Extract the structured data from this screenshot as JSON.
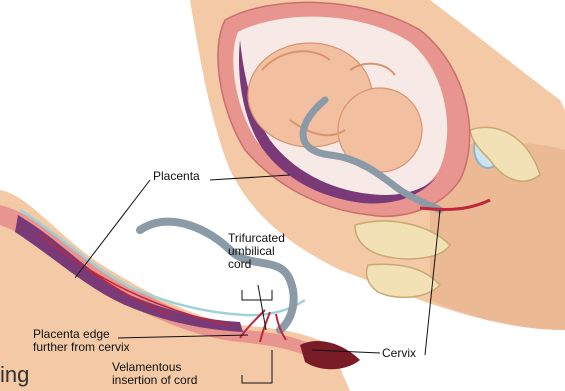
{
  "labels": {
    "placenta": "Placenta",
    "trifurcated": [
      "Trifurcated",
      "umbilical",
      "cord"
    ],
    "placenta_edge": [
      "Placenta edge",
      "further from cervix"
    ],
    "velamentous": [
      "Velamentous",
      "insertion of cord"
    ],
    "cervix_lower": "Cervix",
    "cervix_upper": "Cervix"
  },
  "cut_off_text": "ing",
  "colors": {
    "skin": "#f3c9a6",
    "uterine_wall": "#e8958f",
    "placenta": "#7a3a78",
    "amniotic": "#f6e9e6",
    "cord": "#8a9aa6",
    "fetus": "#f2bfa0",
    "bone": "#f3e1b6",
    "vessel": "#c0273b"
  }
}
